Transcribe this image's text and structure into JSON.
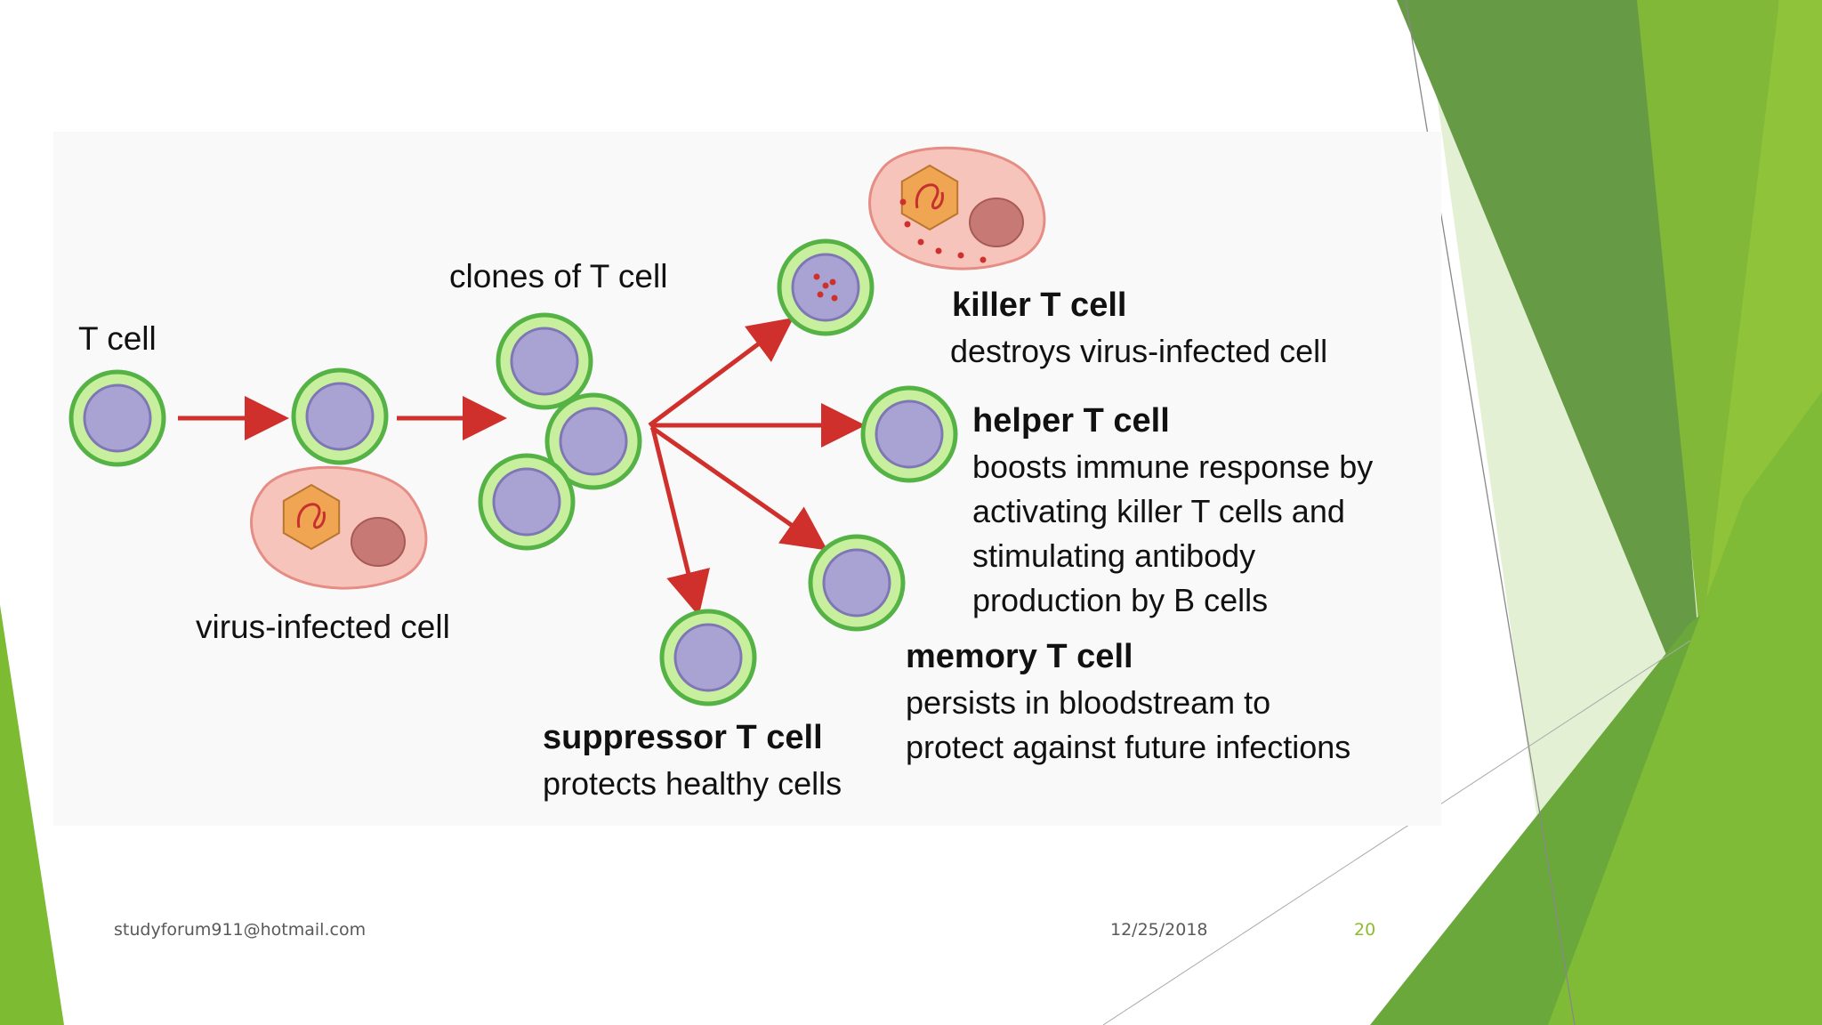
{
  "slide": {
    "diagram": {
      "labels": {
        "t_cell": "T cell",
        "clones": "clones of T cell",
        "virus_infected": "virus-infected cell",
        "killer_title": "killer T cell",
        "killer_desc": "destroys virus-infected cell",
        "helper_title": "helper T cell",
        "helper_desc": "boosts immune response by\nactivating killer T cells and\nstimulating antibody\nproduction by B cells",
        "memory_title": "memory T cell",
        "memory_desc": "persists in bloodstream to\nprotect against future infections",
        "suppressor_title": "suppressor T cell",
        "suppressor_desc": "protects healthy cells"
      },
      "colors": {
        "cell_fill": "#a9a3d4",
        "cell_ring": "#c8ef9e",
        "cell_ring_edge": "#55b245",
        "arrow": "#d0302b",
        "infected_fill": "#f6c4bb",
        "infected_edge": "#e58d85",
        "nucleus": "#c77a75",
        "virus": "#f0a552"
      }
    },
    "footer": {
      "email": "studyforum911@hotmail.com",
      "date": "12/25/2018",
      "page_number": "20"
    },
    "theme_colors": {
      "green_dark": "#5e9a3d",
      "green_mid": "#78b83a",
      "green_light": "#8fc33a",
      "green_pale": "#d8ecc2"
    }
  }
}
